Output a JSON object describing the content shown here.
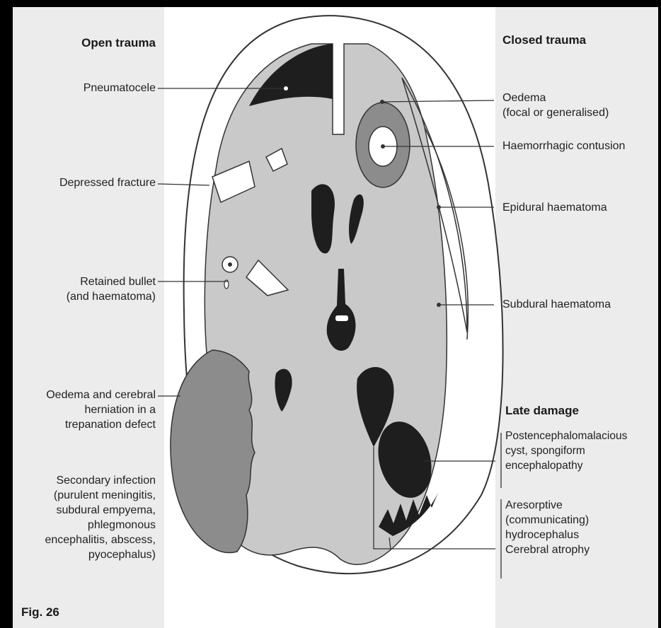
{
  "figure": {
    "caption": "Fig. 26",
    "colors": {
      "background": "#ececec",
      "panel": "#ffffff",
      "brain": "#c9c9c9",
      "dark": "#1e1e1e",
      "mid_gray": "#8c8c8c",
      "line": "#333333"
    }
  },
  "left": {
    "heading": "Open trauma",
    "labels": [
      "Pneumatocele",
      "Depressed fracture",
      "Retained bullet\n(and haematoma)",
      "Oedema and cerebral\nherniation in a\ntrepanation defect",
      "Secondary infection\n(purulent meningitis,\nsubdural empyema,\nphlegmonous\nencephalitis, abscess,\npyocephalus)"
    ]
  },
  "right": {
    "heading": "Closed trauma",
    "labels": [
      "Oedema\n(focal or generalised)",
      "Haemorrhagic contusion",
      "Epidural haematoma",
      "Subdural haematoma"
    ],
    "late_heading": "Late damage",
    "late_labels": [
      "Postencephalomalacious\ncyst, spongiform\nencephalopathy",
      "Aresorptive\n(communicating)\nhydrocephalus\nCerebral atrophy"
    ]
  }
}
